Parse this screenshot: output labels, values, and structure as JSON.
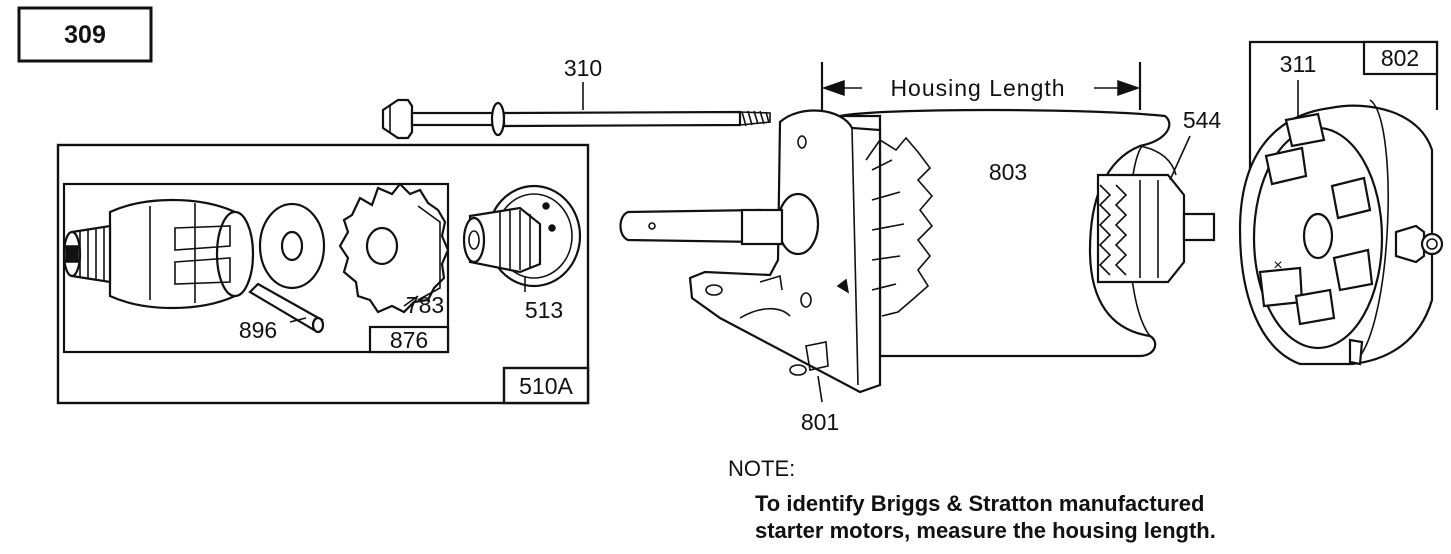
{
  "figure_number": "309",
  "callouts": {
    "bolt": "310",
    "drive_assembly": "510A",
    "drive_kit": "876",
    "gear": "783",
    "pin": "896",
    "spring_cup": "513",
    "housing_length": "Housing Length",
    "armature_housing": "803",
    "commutator": "544",
    "brush": "311",
    "end_cap": "802",
    "drive_end_cap": "801"
  },
  "note": {
    "heading": "NOTE:",
    "line1": "To identify Briggs & Stratton manufactured",
    "line2": "starter motors, measure the housing length."
  }
}
